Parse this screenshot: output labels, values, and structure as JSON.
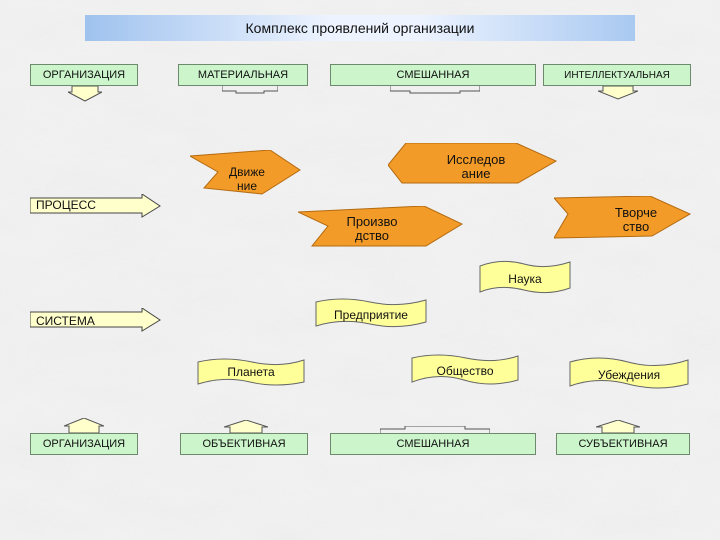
{
  "title": "Комплекс проявлений организации",
  "top_row": {
    "organization": "ОРГАНИЗАЦИЯ",
    "material": "МАТЕРИАЛЬНАЯ",
    "mixed": "СМЕШАННАЯ",
    "intellectual": "ИНТЕЛЛЕКТУАЛЬНАЯ"
  },
  "process": {
    "label": "ПРОЦЕСС",
    "movement": "Движе\nние",
    "research": "Исследов\nание",
    "production": "Произво\nдство",
    "creativity": "Творче\nство"
  },
  "system": {
    "label": "СИСТЕМА",
    "science": "Наука",
    "enterprise": "Предприятие",
    "planet": "Планета",
    "society": "Общество",
    "beliefs": "Убеждения"
  },
  "bottom_row": {
    "organization": "ОРГАНИЗАЦИЯ",
    "objective": "ОБЪЕКТИВНАЯ",
    "mixed": "СМЕШАННАЯ",
    "subjective": "СУБЪЕКТИВНАЯ"
  },
  "colors": {
    "box_fill": "#ccf5cc",
    "orange": "#f39b28",
    "flag_fill": "#ffff99",
    "arrow_fill": "#ffffcc"
  }
}
